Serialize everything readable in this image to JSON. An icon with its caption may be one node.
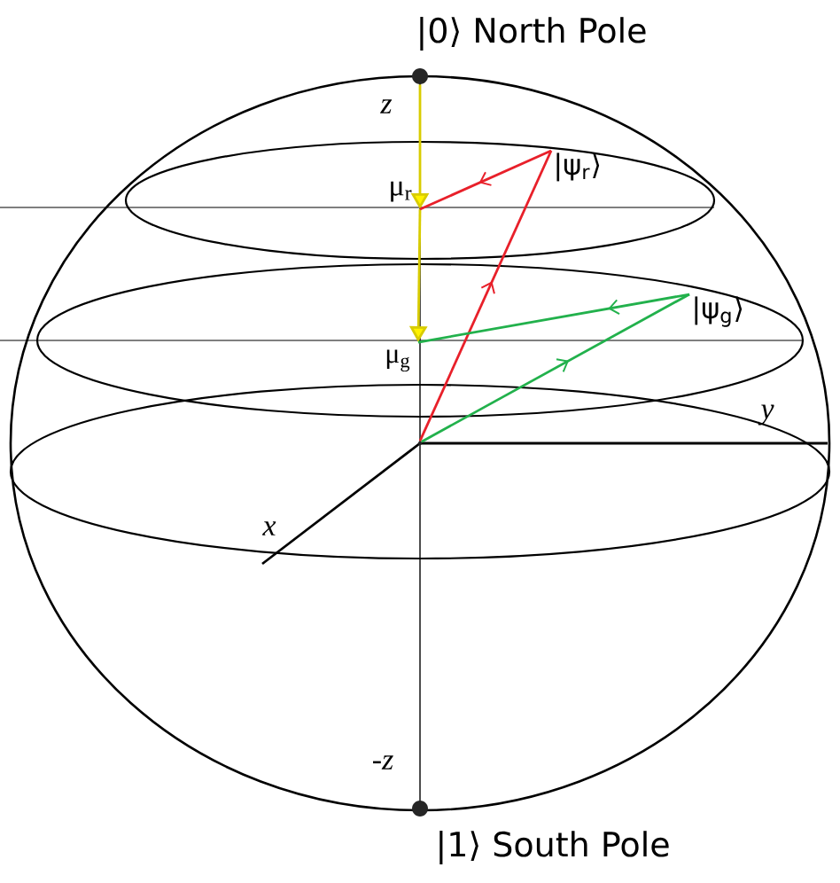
{
  "diagram": {
    "nodes": [
      {
        "text": [],
        "shape": "circle",
        "beside": [
          "|0⟩ North Pole"
        ]
      },
      {
        "text": [
          "μ$_{r}$"
        ]
      },
      {
        "text": [
          "|ψ$_{r}$⟩"
        ]
      },
      {
        "text": [
          "μ$_{g}$"
        ]
      },
      {
        "text": [
          "|ψ$_{g}$⟩"
        ]
      },
      {
        "text": [],
        "shape": "circle",
        "beside": [
          "|1⟩ South Pole"
        ]
      },
      {
        "text": [],
        "shape": "point"
      }
    ],
    "edges": [
      {
        "from": 0,
        "to": 1,
        "arrow": "to",
        "color": "#d8cc00"
      },
      {
        "from": 1,
        "to": 3,
        "arrow": "to",
        "color": "#d8cc00"
      },
      {
        "from": 6,
        "to": 2,
        "arrow": "to",
        "color": "#e8202a"
      },
      {
        "from": 2,
        "to": 1,
        "arrow": "to",
        "color": "#e8202a"
      },
      {
        "from": 6,
        "to": 4,
        "arrow": "to",
        "color": "#22b14c"
      },
      {
        "from": 4,
        "to": 3,
        "arrow": "to",
        "color": "#22b14c"
      }
    ],
    "labels": [
      "z",
      "-z",
      "x",
      "y"
    ]
  }
}
